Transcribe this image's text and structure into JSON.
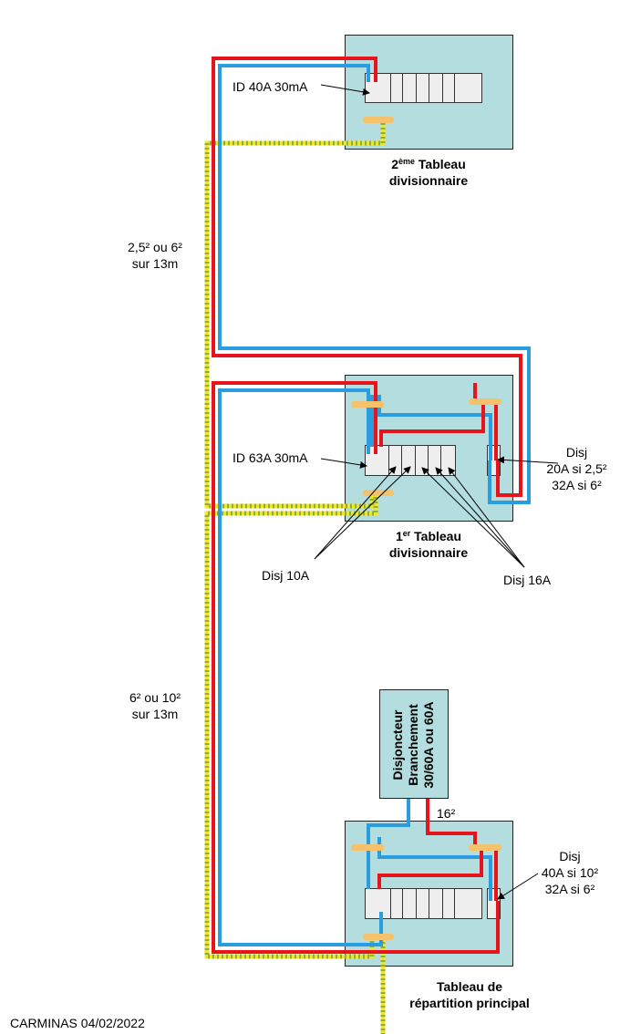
{
  "panels": {
    "second": {
      "title_prefix": "2",
      "title_sup": "ème",
      "title_line1": " Tableau",
      "title_line2": "divisionnaire",
      "id_label": "ID 40A 30mA"
    },
    "first": {
      "title_prefix": "1",
      "title_sup": "er",
      "title_line1": " Tableau",
      "title_line2": "divisionnaire",
      "id_label": "ID 63A 30mA",
      "disj10_label": "Disj 10A",
      "disj16_label": "Disj 16A",
      "disj_side": [
        "Disj",
        "20A si 2,5²",
        "32A si 6²"
      ]
    },
    "main": {
      "title_line1": "Tableau de",
      "title_line2": "répartition principal",
      "disj_side": [
        "Disj",
        "40A si 10²",
        "32A si 6²"
      ]
    }
  },
  "branchement": {
    "lines": [
      "Disjoncteur",
      "Branchement",
      "30/60A ou 60A"
    ],
    "cable_label": "16²"
  },
  "cables": {
    "upper": [
      "2,5² ou 6²",
      "sur 13m"
    ],
    "lower": [
      "6² ou 10²",
      "sur 13m"
    ]
  },
  "footer": "CARMINAS 04/02/2022",
  "colors": {
    "phase": "#e8141b",
    "neutral": "#2a9de0",
    "earth": "#f0e628",
    "earth_stripe": "#8fae3a",
    "terminal": "#f5c16a",
    "panel": "#b4dde0"
  }
}
